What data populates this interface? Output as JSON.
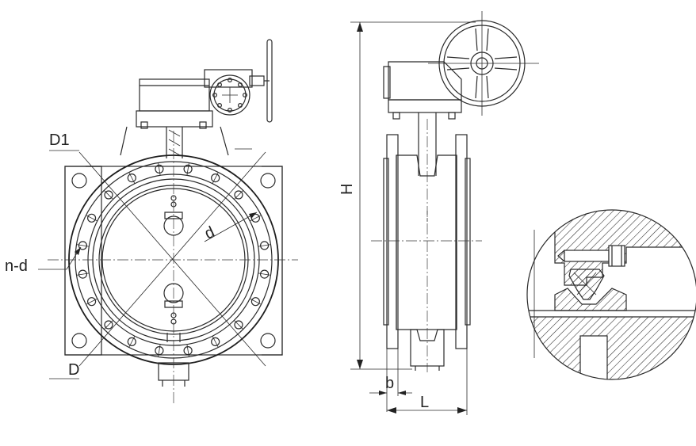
{
  "labels": {
    "d1": "D1",
    "nd": "n-d",
    "d_outer": "D",
    "d_small": "d",
    "h": "H",
    "b": "b",
    "l": "L"
  },
  "colors": {
    "line": "#2a2a2a",
    "background": "#ffffff"
  }
}
